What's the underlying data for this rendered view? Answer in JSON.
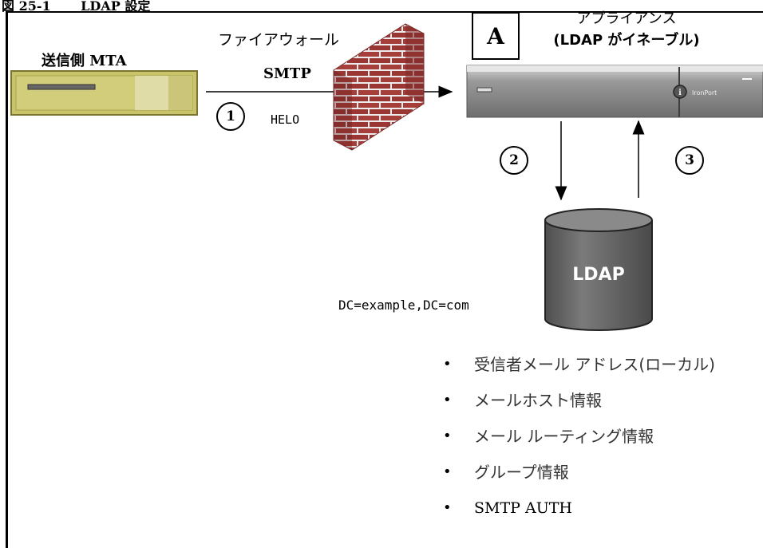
{
  "figure": {
    "title": "図 25-1　　 LDAP 設定"
  },
  "sender": {
    "label": "送信側 MTA"
  },
  "firewall": {
    "label": "ファイアウォール"
  },
  "connection": {
    "protocol": "SMTP",
    "command": "HELO"
  },
  "steps": [
    "1",
    "2",
    "3"
  ],
  "appliance": {
    "callout": "A",
    "name": "アプライアンス",
    "state": "(LDAP がイネーブル)",
    "brand": "IronPort"
  },
  "ldap": {
    "label": "LDAP",
    "base_dn": "DC=example,DC=com"
  },
  "info_items": [
    "受信者メール アドレス(ローカル)",
    "メールホスト情報",
    "メール ルーティング情報",
    "グループ情報",
    "SMTP AUTH"
  ],
  "colors": {
    "sender_box": "#c9c36a",
    "brick": "#a03a38",
    "appliance": "#8a8a8a",
    "database": "#6b6b6b"
  }
}
